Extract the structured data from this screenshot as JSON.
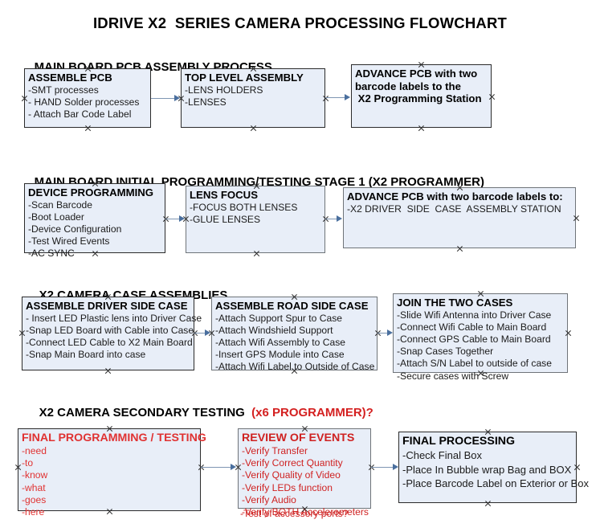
{
  "document": {
    "title": "IDRIVE X2  SERIES CAMERA PROCESSING FLOWCHART"
  },
  "colors": {
    "box_fill": "#e8eef8",
    "box_border": "#2b2b2b",
    "box_border_gray": "#6f7479",
    "connector": "#7f96b3",
    "arrowhead": "#4a6f9e",
    "accent_red": "#d42020",
    "text": "#000000"
  },
  "sections": [
    {
      "id": "main-board-pcb-assembly",
      "title": "MAIN BOARD PCB ASSEMBLY PROCESS",
      "title_accent": "",
      "boxes": [
        {
          "id": "assemble-pcb",
          "heading": "ASSEMBLE PCB",
          "lines": [
            "-SMT processes",
            "- HAND Solder processes",
            "- Attach Bar Code Label"
          ]
        },
        {
          "id": "top-level-assembly",
          "heading": "TOP LEVEL ASSEMBLY",
          "lines": [
            "-LENS HOLDERS",
            "-LENSES"
          ]
        },
        {
          "id": "advance-pcb-programming-station",
          "heading": "ADVANCE PCB with two\nbarcode labels to the\n X2 Programming Station",
          "lines": []
        }
      ]
    },
    {
      "id": "main-board-initial-programming",
      "title": "MAIN BOARD INITIAL PROGRAMMING/TESTING STAGE 1 (X2 PROGRAMMER)",
      "title_accent": "",
      "boxes": [
        {
          "id": "device-programming",
          "heading": "DEVICE PROGRAMMING",
          "lines": [
            "-Scan Barcode",
            "-Boot Loader",
            "-Device Configuration",
            "-Test Wired Events",
            "-AC SYNC"
          ]
        },
        {
          "id": "lens-focus",
          "heading": "LENS FOCUS",
          "lines": [
            "-FOCUS BOTH LENSES",
            "-GLUE LENSES"
          ]
        },
        {
          "id": "advance-pcb-driver-side-case",
          "heading": "ADVANCE PCB with two barcode labels to:",
          "lines": [
            "-X2 DRIVER  SIDE  CASE  ASSEMBLY STATION"
          ]
        }
      ]
    },
    {
      "id": "x2-camera-case-assemblies",
      "title": "X2 CAMERA CASE ASSEMBLIES",
      "title_accent": "",
      "boxes": [
        {
          "id": "assemble-driver-side-case",
          "heading": "ASSEMBLE DRIVER SIDE CASE",
          "lines": [
            "- Insert LED Plastic lens into Driver Case",
            "-Snap LED Board with Cable into Case",
            "-Connect LED Cable to X2 Main Board",
            "-Snap Main Board into case"
          ]
        },
        {
          "id": "assemble-road-side-case",
          "heading": "ASSEMBLE ROAD SIDE CASE",
          "lines": [
            "-Attach Support Spur to Case",
            "-Attach Windshield Support",
            "-Attach Wifi Assembly to Case",
            "-Insert GPS Module into Case",
            "-Attach Wifi Label to Outside of Case"
          ]
        },
        {
          "id": "join-the-two-cases",
          "heading": "JOIN THE TWO CASES",
          "lines": [
            "-Slide Wifi Antenna into Driver Case",
            "-Connect Wifi Cable to Main Board",
            "-Connect GPS Cable to Main Board",
            "-Snap Cases Together",
            "-Attach S/N Label to outside of case",
            "-Secure cases with Screw"
          ]
        }
      ]
    },
    {
      "id": "x2-camera-secondary-testing",
      "title": "X2 CAMERA SECONDARY TESTING  ",
      "title_accent": "(x6 PROGRAMMER)?",
      "boxes": [
        {
          "id": "final-programming-testing",
          "heading": "FINAL PROGRAMMING / TESTING",
          "lines": [
            "-need",
            "-to",
            "-know",
            "-what",
            "-goes",
            "-here"
          ]
        },
        {
          "id": "review-of-events",
          "heading": "REVIEW OF EVENTS",
          "lines": [
            "-Verify Transfer",
            "-Verify Correct Quantity",
            "-Verify Quality of Video",
            "-Verify LEDs function",
            "-Verify Audio",
            "-Verify BOTH Accelerometers"
          ],
          "overflow_line": "-Test of accessory ports?"
        },
        {
          "id": "final-processing",
          "heading": "FINAL PROCESSING",
          "lines": [
            "-Check Final Box",
            "-Place In Bubble wrap Bag and BOX",
            "-Place Barcode Label on Exterior or Box"
          ]
        }
      ]
    }
  ]
}
